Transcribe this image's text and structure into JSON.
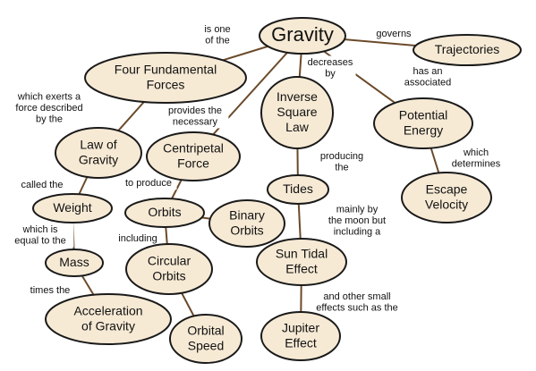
{
  "diagram": {
    "nodes": [
      {
        "id": "gravity",
        "label": "Gravity"
      },
      {
        "id": "trajectories",
        "label": "Trajectories"
      },
      {
        "id": "four_forces",
        "label": "Four Fundamental\nForces"
      },
      {
        "id": "inverse_square",
        "label": "Inverse\nSquare\nLaw"
      },
      {
        "id": "potential_energy",
        "label": "Potential\nEnergy"
      },
      {
        "id": "law_of_gravity",
        "label": "Law of\nGravity"
      },
      {
        "id": "centripetal_force",
        "label": "Centripetal\nForce"
      },
      {
        "id": "tides",
        "label": "Tides"
      },
      {
        "id": "escape_velocity",
        "label": "Escape\nVelocity"
      },
      {
        "id": "weight",
        "label": "Weight"
      },
      {
        "id": "orbits",
        "label": "Orbits"
      },
      {
        "id": "binary_orbits",
        "label": "Binary\nOrbits"
      },
      {
        "id": "mass",
        "label": "Mass"
      },
      {
        "id": "circular_orbits",
        "label": "Circular\nOrbits"
      },
      {
        "id": "sun_tidal",
        "label": "Sun Tidal\nEffect"
      },
      {
        "id": "acceleration",
        "label": "Acceleration\nof Gravity"
      },
      {
        "id": "orbital_speed",
        "label": "Orbital\nSpeed"
      },
      {
        "id": "jupiter_effect",
        "label": "Jupiter\nEffect"
      }
    ],
    "edges": [
      {
        "from": "gravity",
        "to": "four_forces",
        "label": "is one\nof the"
      },
      {
        "from": "gravity",
        "to": "trajectories",
        "label": "governs"
      },
      {
        "from": "gravity",
        "to": "inverse_square",
        "label": "decreases\nby"
      },
      {
        "from": "gravity",
        "to": "potential_energy",
        "label": "has an\nassociated"
      },
      {
        "from": "gravity",
        "to": "centripetal_force",
        "label": "provides the\nnecessary"
      },
      {
        "from": "four_forces",
        "to": "law_of_gravity",
        "label": "which exerts a\nforce described\nby the"
      },
      {
        "from": "law_of_gravity",
        "to": "weight",
        "label": "called the"
      },
      {
        "from": "weight",
        "to": "mass",
        "label": "which is\nequal to the"
      },
      {
        "from": "mass",
        "to": "acceleration",
        "label": "times the"
      },
      {
        "from": "centripetal_force",
        "to": "orbits",
        "label": "to produce"
      },
      {
        "from": "orbits",
        "to": "binary_orbits",
        "label": ""
      },
      {
        "from": "orbits",
        "to": "circular_orbits",
        "label": "including"
      },
      {
        "from": "circular_orbits",
        "to": "orbital_speed",
        "label": ""
      },
      {
        "from": "inverse_square",
        "to": "tides",
        "label": "producing\nthe"
      },
      {
        "from": "tides",
        "to": "sun_tidal",
        "label": "mainly by\nthe moon but\nincluding a"
      },
      {
        "from": "sun_tidal",
        "to": "jupiter_effect",
        "label": "and other small\neffects such as the"
      },
      {
        "from": "potential_energy",
        "to": "escape_velocity",
        "label": "which\ndetermines"
      }
    ]
  }
}
